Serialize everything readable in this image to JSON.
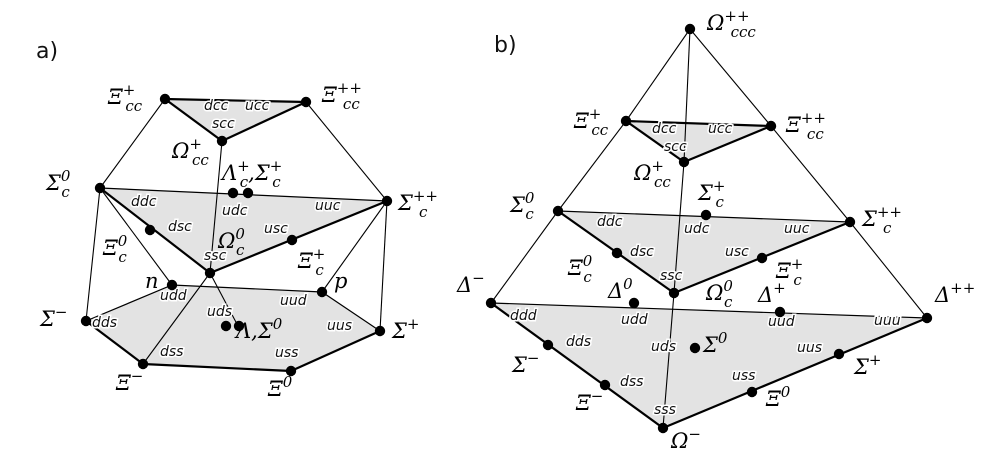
{
  "panels": [
    {
      "id": "a",
      "label": "a)",
      "nodes": [
        {
          "id": "xi_cc_p",
          "label_html": "Ξ<tspan dy='-9' font-size='15'>+</tspan><tspan dy='16' dx='-10' font-size='15'>cc</tspan>"
        },
        {
          "id": "xi_cc_pp",
          "label_html": "Ξ<tspan dy='-9' font-size='15'>++</tspan><tspan dy='16' dx='-19' font-size='15'>cc</tspan>"
        },
        {
          "id": "omega_cc_p",
          "label_html": "Ω<tspan dy='-9' font-size='15'>+</tspan><tspan dy='16' dx='-10' font-size='15'>cc</tspan>"
        },
        {
          "id": "sigma_c_0",
          "label_html": "Σ<tspan dy='-9' font-size='15'>0</tspan><tspan dy='16' dx='-9' font-size='15'>c</tspan>"
        },
        {
          "id": "sigma_c_pp",
          "label_html": "Σ<tspan dy='-9' font-size='15'>++</tspan><tspan dy='16' dx='-19' font-size='15'>c</tspan>"
        },
        {
          "id": "lambda_sigma_c",
          "label_html": "Λ<tspan dy='-9' font-size='15'>+</tspan><tspan dy='16' dx='-10' font-size='15'>c</tspan><tspan dy='-7'>,Σ</tspan><tspan dy='-9' font-size='15'>+</tspan><tspan dy='16' dx='-10' font-size='15'>c</tspan>"
        },
        {
          "id": "xi_c_0",
          "label_html": "Ξ<tspan dy='-9' font-size='15'>0</tspan><tspan dy='16' dx='-9' font-size='15'>c</tspan>"
        },
        {
          "id": "omega_c_0",
          "label_html": "Ω<tspan dy='-9' font-size='15'>0</tspan><tspan dy='16' dx='-9' font-size='15'>c</tspan>"
        },
        {
          "id": "xi_c_p",
          "label_html": "Ξ<tspan dy='-9' font-size='15'>+</tspan><tspan dy='16' dx='-10' font-size='15'>c</tspan>"
        },
        {
          "id": "n",
          "label_html": "n"
        },
        {
          "id": "p",
          "label_html": "p"
        },
        {
          "id": "sigma_m",
          "label_html": "Σ<tspan dy='-9' font-size='15'>−</tspan>"
        },
        {
          "id": "sigma_p",
          "label_html": "Σ<tspan dy='-9' font-size='15'>+</tspan>"
        },
        {
          "id": "lambda_sigma0",
          "label_html": "Λ,Σ<tspan dy='-9' font-size='15'>0</tspan>"
        },
        {
          "id": "xi_m",
          "label_html": "Ξ<tspan dy='-9' font-size='15'>−</tspan>"
        },
        {
          "id": "xi_0",
          "label_html": "Ξ<tspan dy='-9' font-size='15'>0</tspan>"
        }
      ],
      "quarks": [
        "dcc",
        "ucc",
        "scc",
        "ddc",
        "udc",
        "uuc",
        "dsc",
        "usc",
        "ssc",
        "udd",
        "uud",
        "dds",
        "uus",
        "uds",
        "dss",
        "uss"
      ]
    },
    {
      "id": "b",
      "label": "b)",
      "nodes": [
        {
          "id": "omega_ccc",
          "label_html": "Ω<tspan dy='-9' font-size='15'>++</tspan><tspan dy='16' dx='-19' font-size='15'>ccc</tspan>"
        },
        {
          "id": "xi_cc_p",
          "label_html": "Ξ<tspan dy='-9' font-size='15'>+</tspan><tspan dy='16' dx='-10' font-size='15'>cc</tspan>"
        },
        {
          "id": "xi_cc_pp",
          "label_html": "Ξ<tspan dy='-9' font-size='15'>++</tspan><tspan dy='16' dx='-19' font-size='15'>cc</tspan>"
        },
        {
          "id": "omega_cc_p",
          "label_html": "Ω<tspan dy='-9' font-size='15'>+</tspan><tspan dy='16' dx='-10' font-size='15'>cc</tspan>"
        },
        {
          "id": "sigma_c_0",
          "label_html": "Σ<tspan dy='-9' font-size='15'>0</tspan><tspan dy='16' dx='-9' font-size='15'>c</tspan>"
        },
        {
          "id": "sigma_c_p",
          "label_html": "Σ<tspan dy='-9' font-size='15'>+</tspan><tspan dy='16' dx='-10' font-size='15'>c</tspan>"
        },
        {
          "id": "sigma_c_pp",
          "label_html": "Σ<tspan dy='-9' font-size='15'>++</tspan><tspan dy='16' dx='-19' font-size='15'>c</tspan>"
        },
        {
          "id": "xi_c_0",
          "label_html": "Ξ<tspan dy='-9' font-size='15'>0</tspan><tspan dy='16' dx='-9' font-size='15'>c</tspan>"
        },
        {
          "id": "omega_c_0",
          "label_html": "Ω<tspan dy='-9' font-size='15'>0</tspan><tspan dy='16' dx='-9' font-size='15'>c</tspan>"
        },
        {
          "id": "xi_c_p",
          "label_html": "Ξ<tspan dy='-9' font-size='15'>+</tspan><tspan dy='16' dx='-10' font-size='15'>c</tspan>"
        },
        {
          "id": "delta_m",
          "label_html": "Δ<tspan dy='-9' font-size='15'>−</tspan>"
        },
        {
          "id": "delta_0",
          "label_html": "Δ<tspan dy='-9' font-size='15'>0</tspan>"
        },
        {
          "id": "delta_p",
          "label_html": "Δ<tspan dy='-9' font-size='15'>+</tspan>"
        },
        {
          "id": "delta_pp",
          "label_html": "Δ<tspan dy='-9' font-size='15'>++</tspan>"
        },
        {
          "id": "sigma_m",
          "label_html": "Σ<tspan dy='-9' font-size='15'>−</tspan>"
        },
        {
          "id": "sigma0",
          "label_html": "Σ<tspan dy='-9' font-size='15'>0</tspan>"
        },
        {
          "id": "sigma_p",
          "label_html": "Σ<tspan dy='-9' font-size='15'>+</tspan>"
        },
        {
          "id": "xi_m",
          "label_html": "Ξ<tspan dy='-9' font-size='15'>−</tspan>"
        },
        {
          "id": "xi_0",
          "label_html": "Ξ<tspan dy='-9' font-size='15'>0</tspan>"
        },
        {
          "id": "omega_m",
          "label_html": "Ω<tspan dy='-9' font-size='15'>−</tspan>"
        }
      ],
      "quarks": [
        "dcc",
        "ucc",
        "scc",
        "ddc",
        "udc",
        "uuc",
        "dsc",
        "usc",
        "ssc",
        "ddd",
        "udd",
        "uud",
        "uuu",
        "dds",
        "uds",
        "uus",
        "dss",
        "uss",
        "sss"
      ]
    }
  ]
}
